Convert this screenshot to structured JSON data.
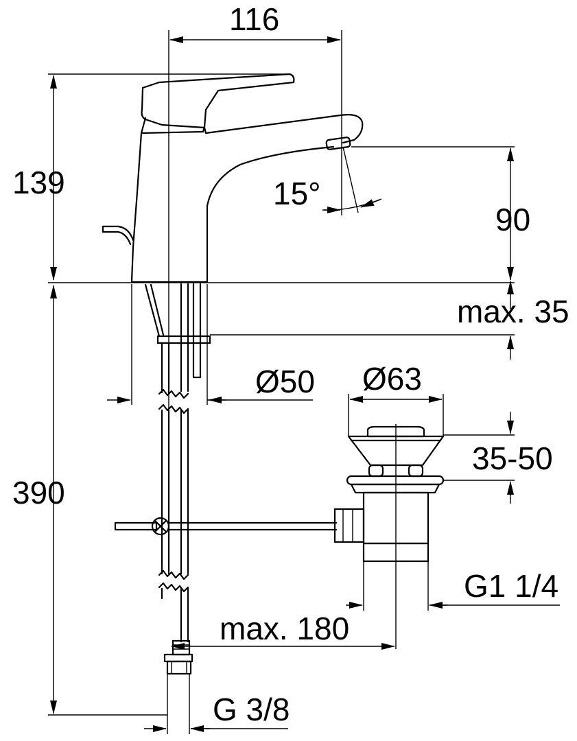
{
  "dimensions": {
    "width_top": "116",
    "height_tap": "139",
    "spout_height": "90",
    "angle": "15°",
    "max_thickness": "max. 35",
    "hole_diameter": "Ø50",
    "waste_diameter": "Ø63",
    "waste_range": "35-50",
    "total_height": "390",
    "waste_thread": "G1 1/4",
    "max_distance": "max. 180",
    "connection_thread": "G 3/8"
  }
}
